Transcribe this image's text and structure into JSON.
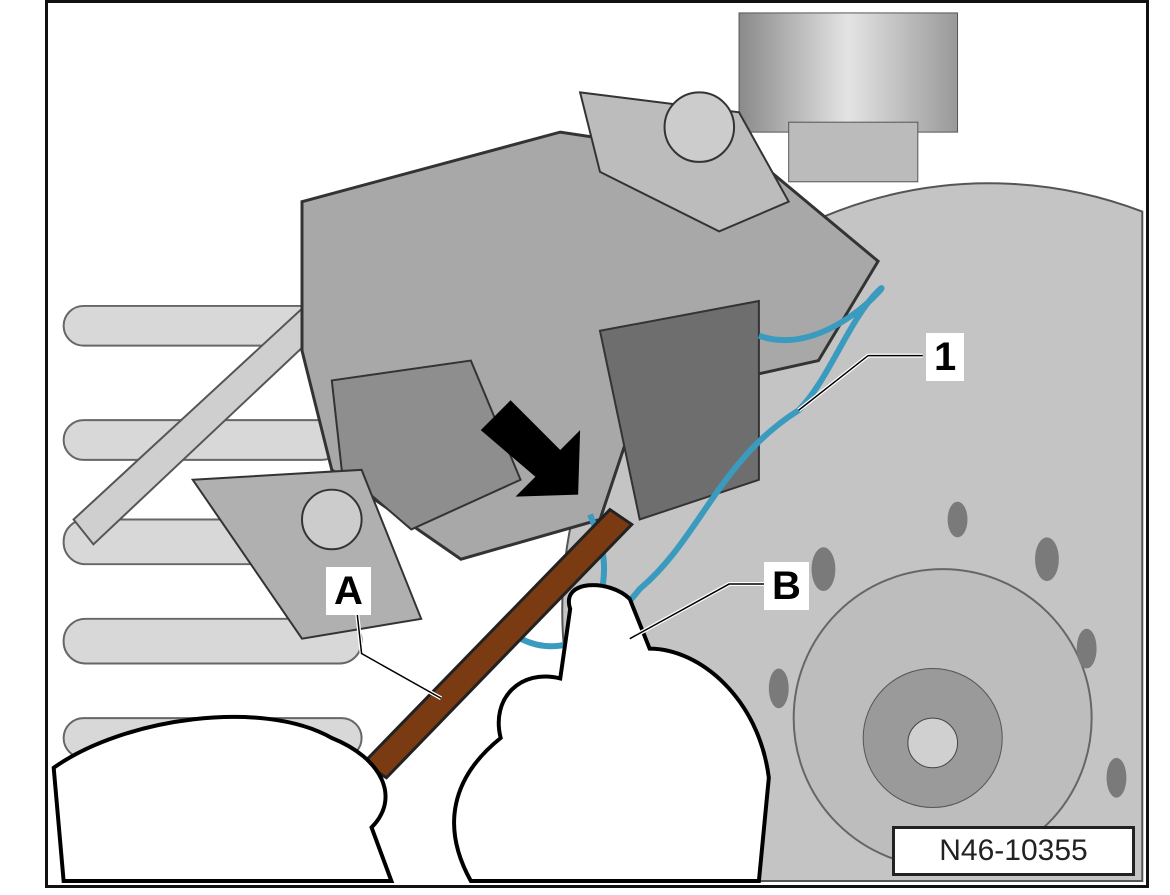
{
  "figure": {
    "reference_code": "N46-10355",
    "callouts": {
      "item_1": "1",
      "item_a": "A",
      "item_b": "B"
    },
    "colors": {
      "wire": "#3a9bbf",
      "rod": "#7a3a12",
      "metal": "#b8b8b8",
      "arrow": "#000000"
    }
  }
}
